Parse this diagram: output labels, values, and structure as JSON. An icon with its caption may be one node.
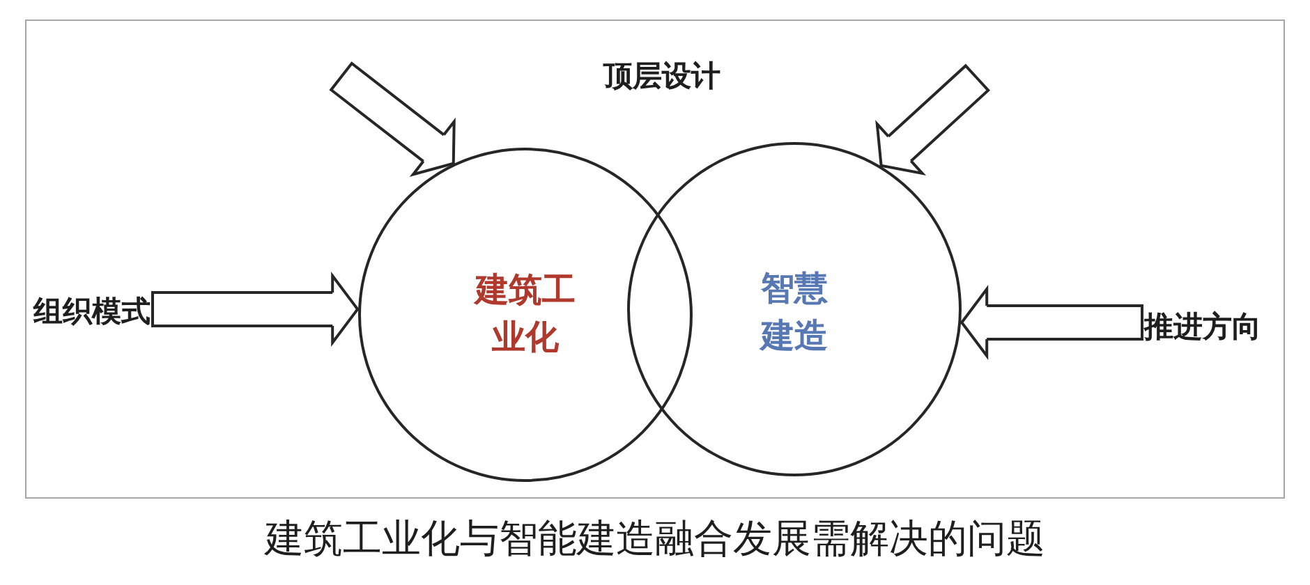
{
  "diagram": {
    "caption": "建筑工业化与智能建造融合发展需解决的问题",
    "nodes": [
      {
        "text": [
          "组织模式"
        ]
      },
      {
        "text": [
          "建筑工业化"
        ]
      },
      {
        "text": [
          "智慧建造"
        ]
      },
      {
        "text": [
          "推进方向"
        ]
      }
    ],
    "edges": [
      {
        "from": null,
        "to": 1,
        "arrow": "to"
      },
      {
        "from": null,
        "to": 2,
        "arrow": "to"
      },
      {
        "from": 0,
        "to": 1,
        "arrow": "to"
      },
      {
        "from": 3,
        "to": 2,
        "arrow": "to"
      }
    ],
    "labels": [
      "顶层设计"
    ]
  }
}
